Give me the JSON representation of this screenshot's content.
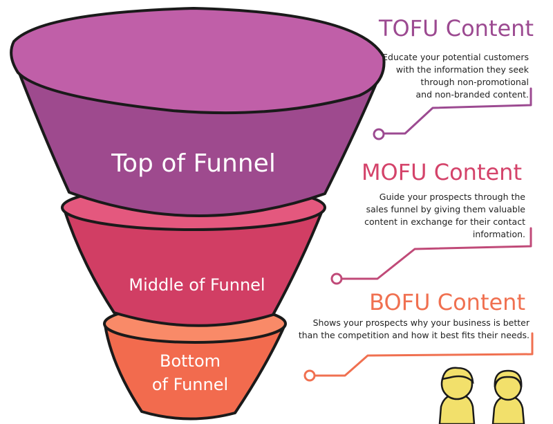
{
  "funnel": {
    "top_label": "Top of Funnel",
    "middle_label": "Middle of Funnel",
    "bottom_label_line1": "Bottom",
    "bottom_label_line2": "of Funnel"
  },
  "sections": {
    "tofu": {
      "title": "TOFU Content",
      "color": "#9c4a91",
      "lines": [
        "Educate your potential customers",
        "with the information they seek",
        "through non-promotional",
        "and non-branded content."
      ]
    },
    "mofu": {
      "title": "MOFU Content",
      "color": "#d4436a",
      "lines": [
        "Guide your prospects through the",
        "sales funnel by giving them valuable",
        "content in exchange for their contact",
        "information."
      ]
    },
    "bofu": {
      "title": "BOFU Content",
      "color": "#f07050",
      "lines": [
        "Shows your prospects why your business is better",
        "than the competition and how it  best fits their needs."
      ]
    }
  },
  "colors": {
    "top_rim": "#c05fa8",
    "top_body": "#9e4a8e",
    "middle_rim": "#e4587e",
    "middle_body": "#d13e64",
    "bottom_rim": "#f98a68",
    "bottom_body": "#f26b4e",
    "outline": "#1a1a1a",
    "people": "#f2e06b"
  }
}
